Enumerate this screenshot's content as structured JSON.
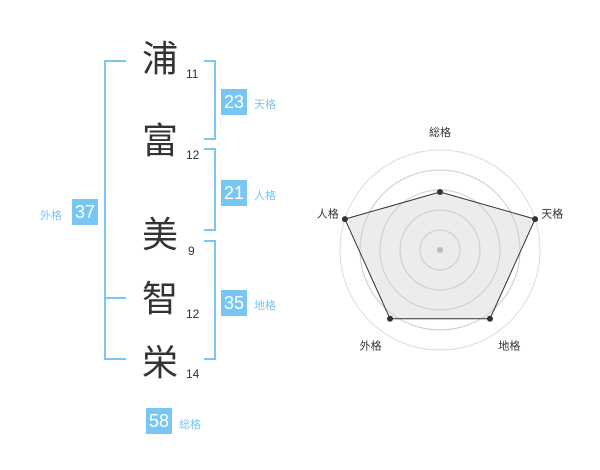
{
  "name": {
    "chars": [
      {
        "char": "浦",
        "strokes": "11"
      },
      {
        "char": "富",
        "strokes": "12"
      },
      {
        "char": "美",
        "strokes": "9"
      },
      {
        "char": "智",
        "strokes": "12"
      },
      {
        "char": "栄",
        "strokes": "14"
      }
    ]
  },
  "fortunes": {
    "tenkaku": {
      "value": "23",
      "label": "天格"
    },
    "jinkaku": {
      "value": "21",
      "label": "人格"
    },
    "chikaku": {
      "value": "35",
      "label": "地格"
    },
    "gaikaku": {
      "value": "37",
      "label": "外格"
    },
    "soukaku": {
      "value": "58",
      "label": "総格"
    }
  },
  "radar": {
    "labels": [
      "総格",
      "天格",
      "地格",
      "外格",
      "人格"
    ],
    "values": [
      0.58,
      1.0,
      0.85,
      0.85,
      1.0
    ],
    "colors": {
      "accent": "#79c6f2",
      "fill": "#f2f2f2",
      "line": "#333333"
    }
  }
}
